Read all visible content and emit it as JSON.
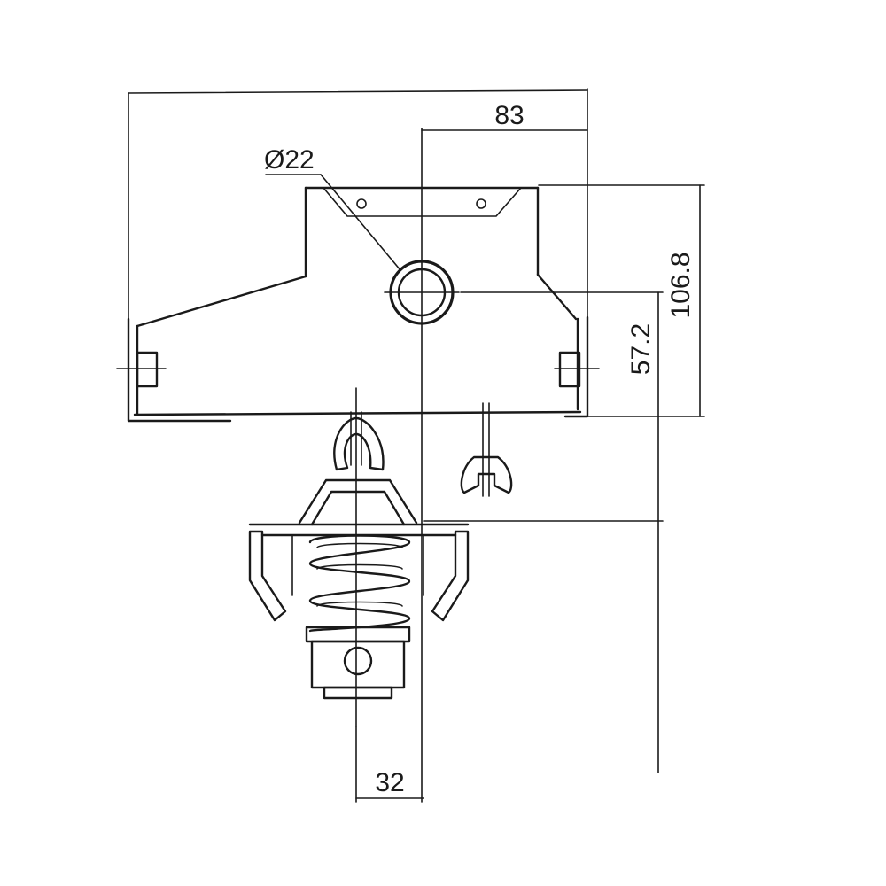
{
  "dimensions": {
    "width_total": "83",
    "diameter": "Ø22",
    "height_total": "106.8",
    "height_center": "57.2",
    "offset_bottom": "32"
  },
  "colors": {
    "line": "#1a1a1a",
    "background": "#ffffff"
  }
}
